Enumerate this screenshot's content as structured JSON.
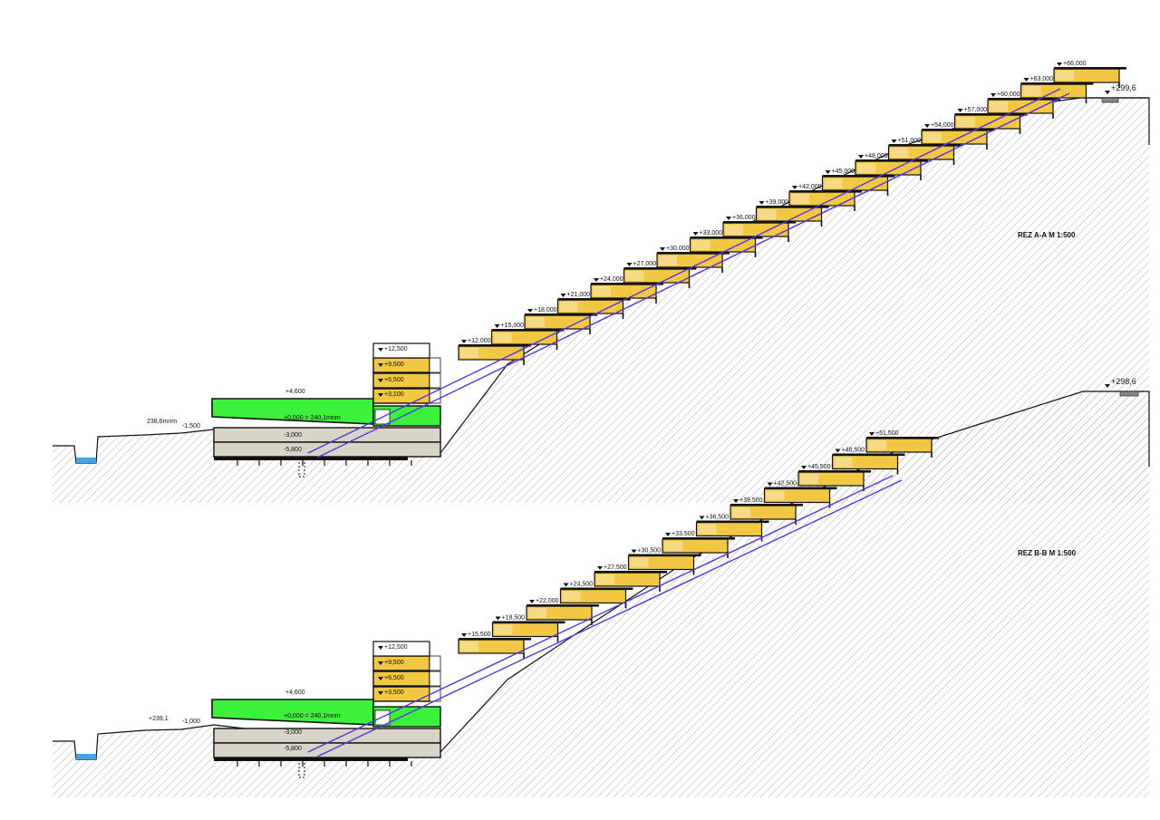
{
  "colors": {
    "apartment": "#f2c744",
    "green_roof": "#3cf03c",
    "basement": "#d8d4c8",
    "structure": "#111111",
    "funicular": "#5533dd",
    "hatch": "#c4c4c4",
    "water": "#4aa3e0"
  },
  "sections": [
    {
      "id": "rez-a-a",
      "title": "REZ A-A   M 1:500",
      "site_ref": "+299,6",
      "entry_ref": "238,6mnm",
      "entry_level": "-1,500",
      "ground_zero": "+0,000 = 240,1mnm",
      "podium_roof": "+4,600",
      "base_levels": [
        "-3,000",
        "-5,800"
      ],
      "lower_levels": [
        "+3,100",
        "+6,500",
        "+9,500",
        "+12,500"
      ],
      "upper_levels": [
        "+12,000",
        "+15,000",
        "+18,000",
        "+21,000",
        "+24,000",
        "+27,000",
        "+30,000",
        "+33,000",
        "+36,000",
        "+39,000",
        "+42,000",
        "+45,000",
        "+48,000",
        "+51,000",
        "+54,000",
        "+57,000",
        "+60,000",
        "+63,000",
        "+66,000"
      ]
    },
    {
      "id": "rez-b-b",
      "title": "REZ B-B   M 1:500",
      "site_ref": "+298,6",
      "entry_ref": "+239,1",
      "entry_level": "-1,000",
      "ground_zero": "+0,000 = 240,1mnm",
      "podium_roof": "+4,600",
      "base_levels": [
        "-3,000",
        "-5,800"
      ],
      "lower_levels": [
        "+3,500",
        "+6,500",
        "+9,500",
        "+12,500"
      ],
      "upper_levels": [
        "+15,500",
        "+18,500",
        "+22,000",
        "+24,500",
        "+27,500",
        "+30,500",
        "+33,500",
        "+36,500",
        "+39,500",
        "+42,500",
        "+45,500",
        "+48,500",
        "+51,500"
      ]
    }
  ]
}
